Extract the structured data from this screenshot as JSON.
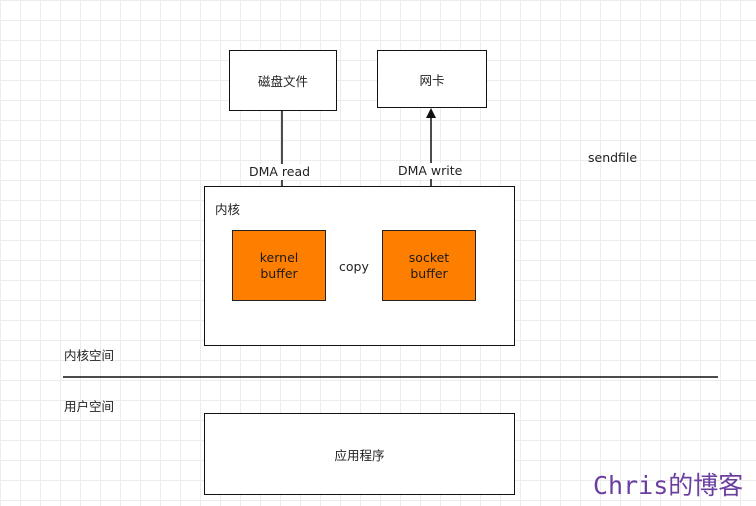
{
  "nodes": {
    "disk_file": "磁盘文件",
    "nic": "网卡",
    "kernel_container": "内核",
    "kernel_buffer": [
      "kernel",
      "buffer"
    ],
    "socket_buffer": [
      "socket",
      "buffer"
    ],
    "application": "应用程序"
  },
  "edges": {
    "dma_read": "DMA read",
    "dma_write": "DMA write",
    "copy": "copy"
  },
  "labels": {
    "sendfile": "sendfile",
    "kernel_space": "内核空间",
    "user_space": "用户空间"
  },
  "watermark": "Chris的博客",
  "colors": {
    "buffer_fill": "#fe7f00",
    "watermark": "#6b3fa0"
  }
}
